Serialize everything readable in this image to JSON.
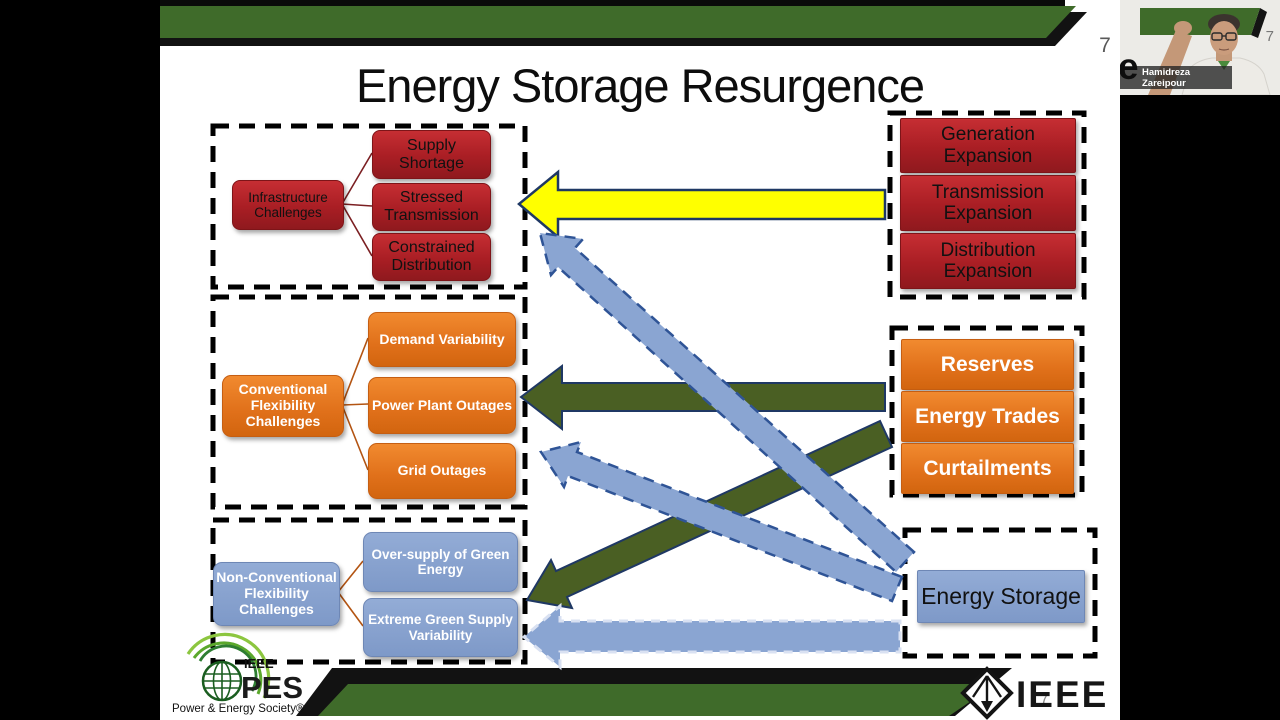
{
  "slide": {
    "title": "Energy Storage Resurgence",
    "page_number": "7",
    "left_groups": [
      {
        "parent": "Infrastructure Challenges",
        "children": [
          "Supply Shortage",
          "Stressed Transmission",
          "Constrained Distribution"
        ]
      },
      {
        "parent": "Conventional Flexibility Challenges",
        "children": [
          "Demand Variability",
          "Power Plant Outages",
          "Grid Outages"
        ]
      },
      {
        "parent": "Non-Conventional Flexibility Challenges",
        "children": [
          "Over-supply of Green Energy",
          "Extreme Green Supply Variability"
        ]
      }
    ],
    "right_groups": [
      {
        "items": [
          "Generation Expansion",
          "Transmission Expansion",
          "Distribution Expansion"
        ]
      },
      {
        "items": [
          "Reserves",
          "Energy Trades",
          "Curtailments"
        ]
      },
      {
        "items": [
          "Energy Storage"
        ]
      }
    ],
    "arrows": [
      {
        "name": "expansion-to-infrastructure",
        "color": "yellow",
        "style": "solid"
      },
      {
        "name": "markets-to-conventional",
        "color": "dark-green",
        "style": "solid"
      },
      {
        "name": "markets-to-non-conventional",
        "color": "dark-green",
        "style": "solid"
      },
      {
        "name": "storage-to-infrastructure",
        "color": "light-blue",
        "style": "dashed"
      },
      {
        "name": "storage-to-grid-outages",
        "color": "light-blue",
        "style": "dashed"
      },
      {
        "name": "storage-to-non-conventional",
        "color": "light-blue",
        "style": "dashed"
      }
    ],
    "footer": {
      "pes_top": "IEEE",
      "pes_main": "PES",
      "pes_sub": "Power & Energy Society®",
      "ieee_label": "IEEE",
      "page_number_faint": "7"
    }
  },
  "webcam": {
    "name": "Hamidreza Zareipour",
    "page_number": "7",
    "logo_letter": "e"
  },
  "colors": {
    "banner_green": "#3F6B2A",
    "arrow_green": "#4A5F23",
    "arrow_yellow": "#FFFF00",
    "arrow_blue": "#8AA5D2",
    "box_red": "#A91E24",
    "box_orange": "#E0701A",
    "box_blue": "#7E99C8"
  }
}
